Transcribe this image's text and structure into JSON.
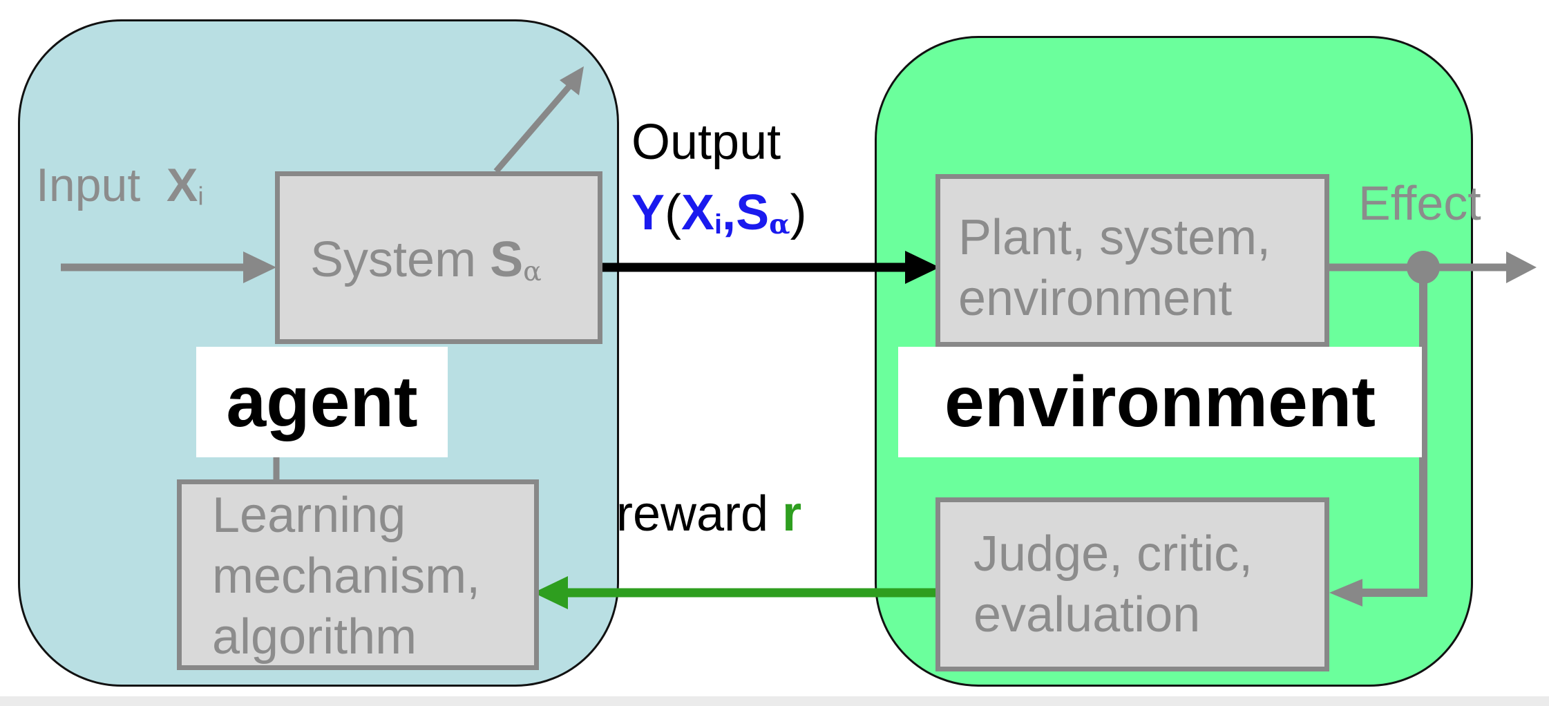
{
  "agent_panel": {
    "tag": "agent"
  },
  "environment_panel": {
    "tag": "environment"
  },
  "input": {
    "label": "Input",
    "var": "X",
    "var_sub": "i"
  },
  "system_box": {
    "label": "System",
    "var": "S",
    "var_sub": "α"
  },
  "learning_box": {
    "line1": "Learning",
    "line2": "mechanism,",
    "line3": "algorithm"
  },
  "output": {
    "label": "Output",
    "func": "Y",
    "open": "(",
    "x": "X",
    "x_sub": "i",
    "comma": ",",
    "s": "S",
    "s_sub": "α",
    "close": ")"
  },
  "plant_box": {
    "line1": "Plant, system,",
    "line2": "environment"
  },
  "effect": {
    "label": "Effect"
  },
  "judge_box": {
    "line1": "Judge, critic,",
    "line2": "evaluation"
  },
  "reward": {
    "label": "reward",
    "var": "r"
  },
  "colors": {
    "agent_bg": "#b9dfe3",
    "environment_bg": "#6bff9c",
    "box_fill": "#d9d9d9",
    "box_border": "#888888",
    "output_arrow": "#000000",
    "reward_arrow": "#2e9e1f",
    "output_var": "#1a1aee"
  }
}
